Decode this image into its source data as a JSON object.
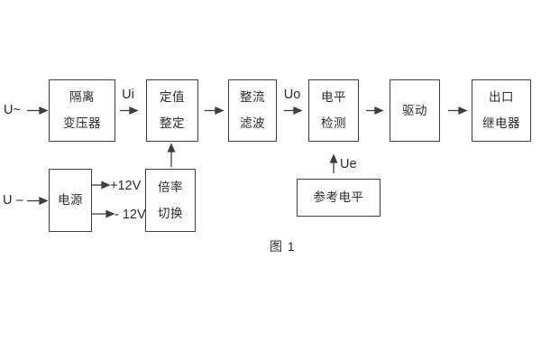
{
  "figure": {
    "caption": "图 1"
  },
  "colors": {
    "ink": "#2b2b2b",
    "line": "#3f3f3f",
    "background": "#ffffff"
  },
  "inputs": {
    "ac_label": "U~",
    "dc_label": "U –"
  },
  "signals": {
    "ui": "Ui",
    "uo": "Uo",
    "ue": "Ue"
  },
  "power_rails": {
    "positive": "+12V",
    "negative": "- 12V"
  },
  "blocks": {
    "isolation_transformer": {
      "line1": "隔离",
      "line2": "变压器"
    },
    "setpoint_adjust": {
      "line1": "定值",
      "line2": "整定"
    },
    "rectifier_filter": {
      "line1": "整流",
      "line2": "滤波"
    },
    "level_detector": {
      "line1": "电平",
      "line2": "检测"
    },
    "driver": {
      "label": "驱动"
    },
    "output_relay": {
      "line1": "出口",
      "line2": "继电器"
    },
    "power_supply": {
      "label": "电源"
    },
    "multiplier_switch": {
      "line1": "倍率",
      "line2": "切换"
    },
    "reference_level": {
      "label": "参考电平"
    }
  }
}
